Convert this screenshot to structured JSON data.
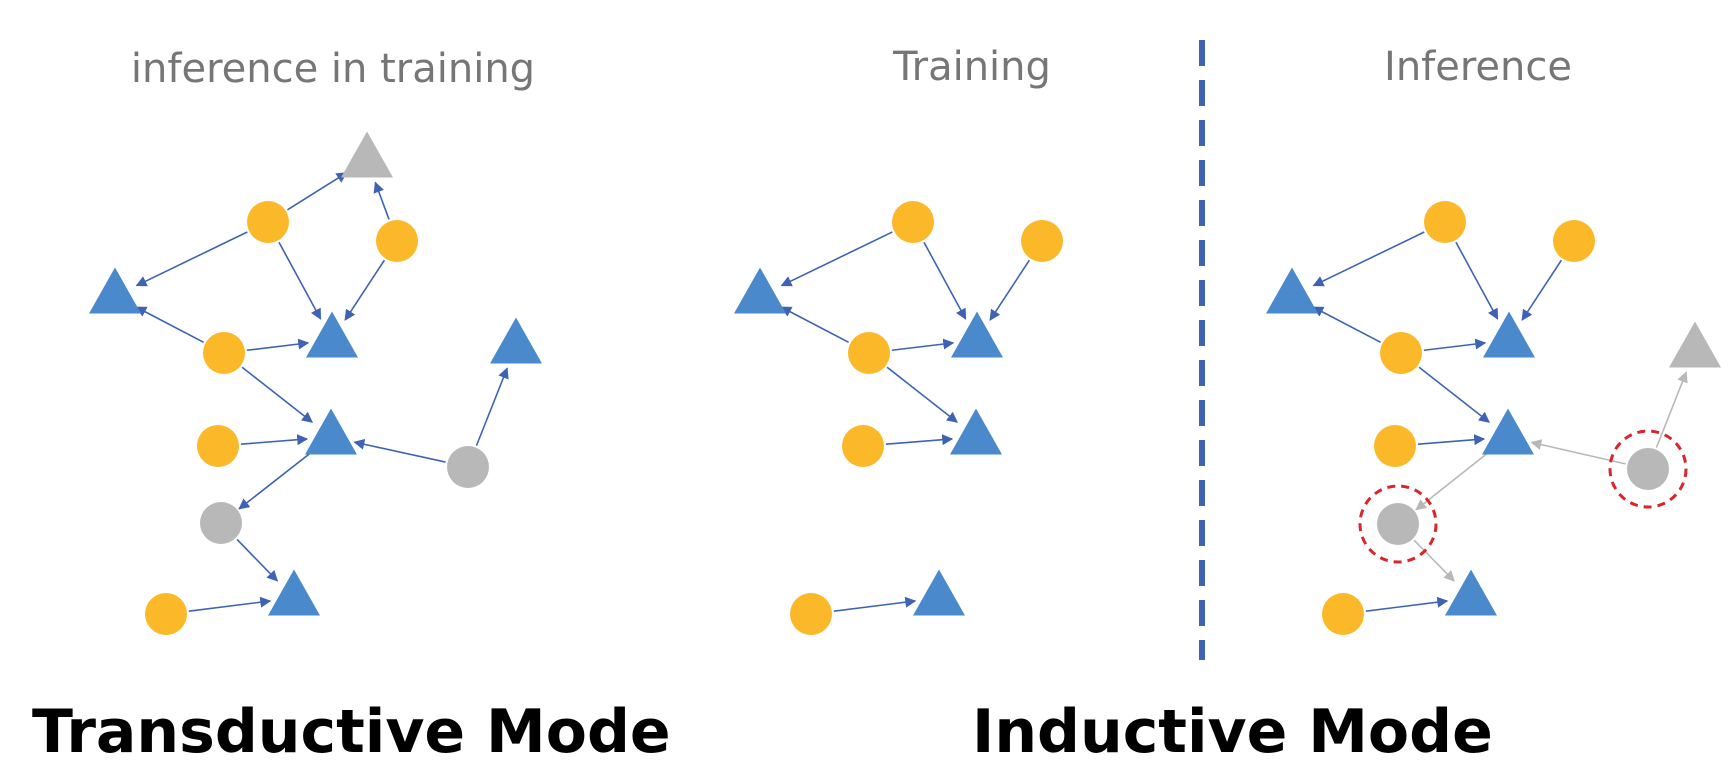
{
  "captions": {
    "transductive": "inference in training",
    "training": "Training",
    "inference": "Inference"
  },
  "titles": {
    "transductive": "Transductive Mode",
    "inductive": "Inductive Mode"
  },
  "colors": {
    "circle_node": "#FBB829",
    "triangle_node": "#4A89CB",
    "unseen_node": "#B8B8B8",
    "edge": "#3E63B4",
    "unseen_edge": "#B8B8B8",
    "separator": "#3E63B4",
    "highlight_ring": "#D9262C"
  }
}
